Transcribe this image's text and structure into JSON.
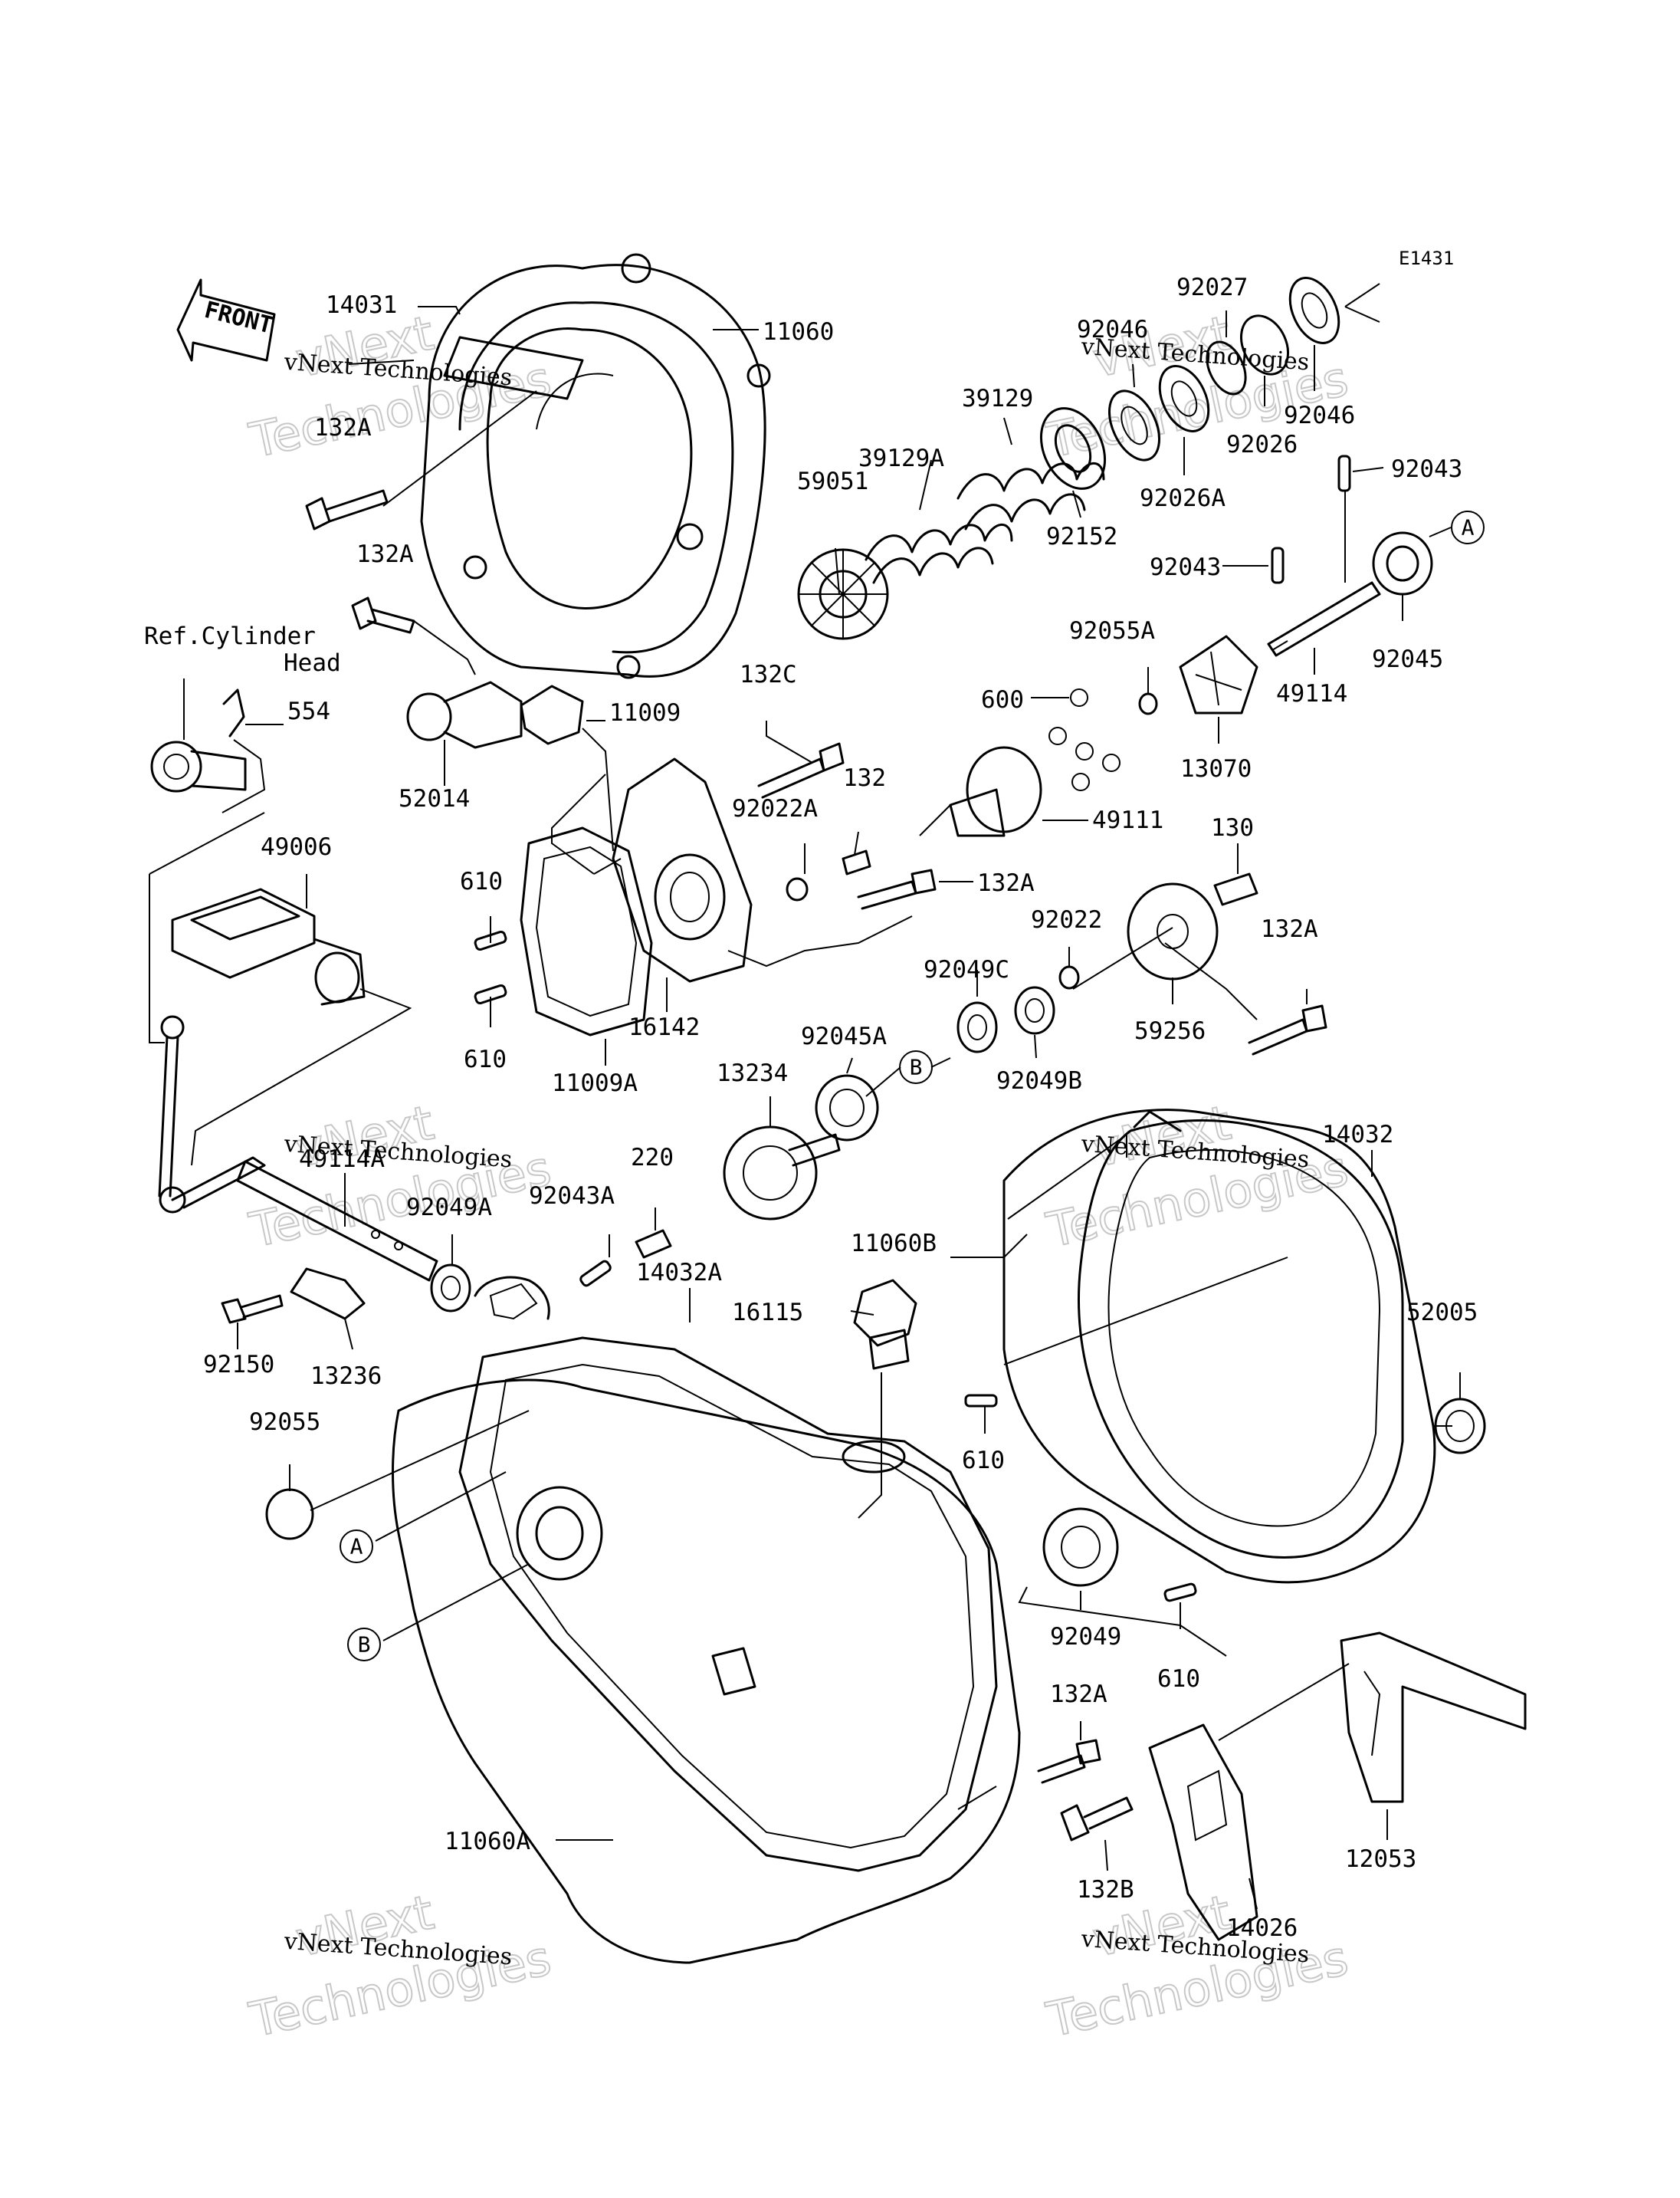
{
  "diagram_code": "E1431",
  "front_label": "FRONT",
  "ref_label": {
    "line1": "Ref.Cylinder",
    "line2": "Head"
  },
  "watermark": {
    "company": "vNext Technologies",
    "line1": "vNext",
    "line2": "Technologies"
  },
  "callouts": {
    "a": "A",
    "b": "B"
  },
  "parts": {
    "p14031": "14031",
    "p11060": "11060",
    "p132A": "132A",
    "p554": "554",
    "p11009": "11009",
    "p52014": "52014",
    "p49006": "49006",
    "p610": "610",
    "p11009A": "11009A",
    "p16142": "16142",
    "p132C": "132C",
    "p92022A": "92022A",
    "p132": "132",
    "p59051": "59051",
    "p39129A": "39129A",
    "p39129": "39129",
    "p92152": "92152",
    "p92046": "92046",
    "p92027": "92027",
    "p92026": "92026",
    "p92026A": "92026A",
    "p92043": "92043",
    "p92045": "92045",
    "p49114": "49114",
    "p92055A": "92055A",
    "p600": "600",
    "p13070": "13070",
    "p49111": "49111",
    "p130": "130",
    "p92022": "92022",
    "p59256": "59256",
    "p92049C": "92049C",
    "p92049B": "92049B",
    "p92045A": "92045A",
    "p13234": "13234",
    "p14032": "14032",
    "p49114A": "49114A",
    "p92049A": "92049A",
    "p92043A": "92043A",
    "p220": "220",
    "p14032A": "14032A",
    "p11060B": "11060B",
    "p16115": "16115",
    "p52005": "52005",
    "p92150": "92150",
    "p13236": "13236",
    "p92055": "92055",
    "p92049": "92049",
    "p132B": "132B",
    "p14026": "14026",
    "p12053": "12053",
    "p11060A": "11060A"
  }
}
